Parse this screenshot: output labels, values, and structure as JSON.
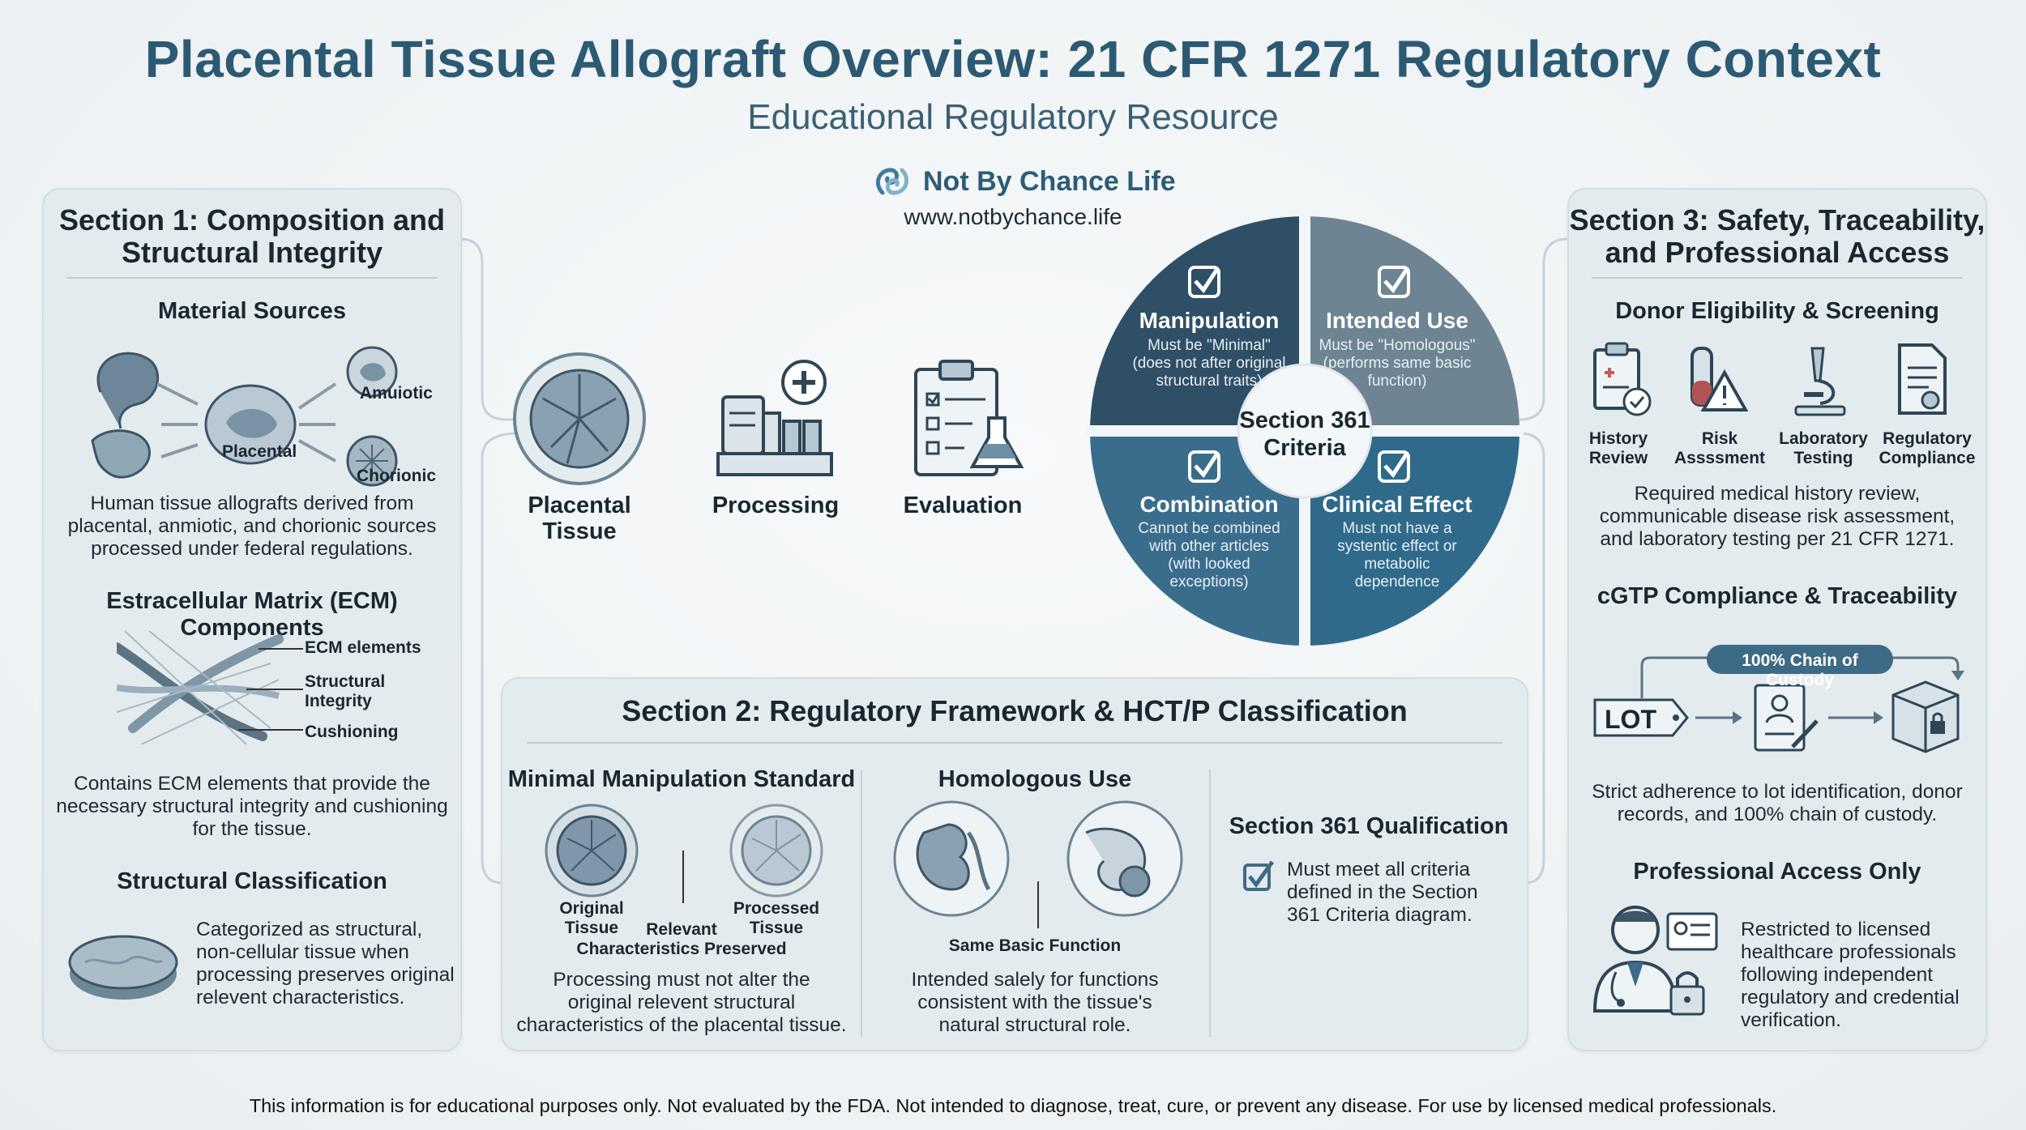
{
  "header": {
    "title": "Placental Tissue Allograft Overview: 21 CFR 1271 Regulatory Context",
    "subtitle": "Educational Regulatory Resource",
    "brand_name": "Not By Chance Life",
    "brand_url": "www.notbychance.life"
  },
  "section1": {
    "title_line1": "Section 1: Composition and",
    "title_line2": "Structural Integrity",
    "material_sources": {
      "heading": "Material Sources",
      "labels": {
        "center": "Placental",
        "top_right": "Amuiotic",
        "bottom_right": "Chorionic"
      },
      "text": [
        "Human tissue allografts derived from",
        "placental, anmiotic, and chorionic sources",
        "processed under federal regulations."
      ]
    },
    "ecm": {
      "heading": "Estracellular Matrix (ECM) Components",
      "labels": [
        "ECM elements",
        "Structural",
        "Integrity",
        "Cushioning"
      ],
      "text": [
        "Contains ECM elements that provide the",
        "necessary structural integrity and cushioning",
        "for the tissue."
      ]
    },
    "structural": {
      "heading": "Structural Classification",
      "text": [
        "Categorized as structural,",
        "non-cellular tissue when",
        "processing preserves original",
        "relevent characteristics."
      ]
    }
  },
  "flow": {
    "steps": [
      "Placental",
      "Tissue",
      "Processing",
      "Evaluation"
    ]
  },
  "criteria": {
    "center_line1": "Section 361",
    "center_line2": "Criteria",
    "quadrants": [
      {
        "title": "Manipulation",
        "lines": [
          "Must be \"Minimal\"",
          "(does not after original",
          "structural traits)"
        ]
      },
      {
        "title": "Intended Use",
        "lines": [
          "Must be \"Homologous\"",
          "(performs same basic",
          "function)"
        ]
      },
      {
        "title": "Combination",
        "lines": [
          "Cannot be combined",
          "with other articles",
          "(with looked",
          "exceptions)"
        ]
      },
      {
        "title": "Clinical Effect",
        "lines": [
          "Must not have a",
          "systentic effect or",
          "metabolic",
          "dependence"
        ]
      }
    ],
    "colors": {
      "tl": "#2f4f66",
      "tr": "#6e8493",
      "bl": "#3a6d8c",
      "br": "#2f6a8a"
    }
  },
  "section2": {
    "title": "Section 2: Regulatory Framework & HCT/P Classification",
    "minimal": {
      "heading": "Minimal Manipulation Standard",
      "labels": [
        "Original",
        "Tissue",
        "Processed",
        "Tissue",
        "Relevant",
        "Characteristics Preserved"
      ],
      "text": [
        "Processing must not alter the",
        "original relevent structural",
        "characteristics of the placental tissue."
      ]
    },
    "homologous": {
      "heading": "Homologous Use",
      "label": "Same Basic Function",
      "text": [
        "Intended salely for functions",
        "consistent with the tissue's",
        "natural structural role."
      ]
    },
    "qualification": {
      "heading": "Section 361 Qualification",
      "text": [
        "Must meet all criteria",
        "defined in the Section",
        "361 Criteria diagram."
      ]
    }
  },
  "section3": {
    "title_line1": "Section 3: Safety, Traceability,",
    "title_line2": "and Professional Access",
    "donor": {
      "heading": "Donor Eligibility & Screening",
      "items": [
        {
          "line1": "History",
          "line2": "Review"
        },
        {
          "line1": "Risk",
          "line2": "Assssment"
        },
        {
          "line1": "Laboratory",
          "line2": "Testing"
        },
        {
          "line1": "Regulatory",
          "line2": "Compliance"
        }
      ],
      "text": [
        "Required medical history review,",
        "communicable disease risk assessment,",
        "and laboratory testing per 21 CFR 1271."
      ]
    },
    "cgtp": {
      "heading": "cGTP Compliance & Traceability",
      "chain_label": "100% Chain of Custody",
      "lot_label": "LOT",
      "text": [
        "Strict adherence to lot identification, donor",
        "records, and 100% chain of custody."
      ]
    },
    "professional": {
      "heading": "Professional Access Only",
      "text": [
        "Restricted to licensed",
        "healthcare professionals",
        "following independent",
        "regulatory and credential",
        "verification."
      ]
    }
  },
  "footer": "This information is for educational purposes only. Not evaluated by the FDA. Not intended to diagnose, treat, cure, or prevent any disease. For use by licensed medical professionals."
}
